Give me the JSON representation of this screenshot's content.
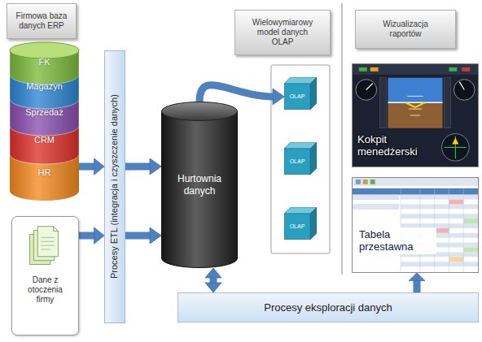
{
  "diagram": {
    "nodes": [
      {
        "text": [
          "Firmowa baza danych ERP"
        ]
      },
      {
        "text": [
          "FK"
        ]
      },
      {
        "text": [
          "Magazyn"
        ]
      },
      {
        "text": [
          "Sprzedaż"
        ]
      },
      {
        "text": [
          "CRM"
        ]
      },
      {
        "text": [
          "HR"
        ]
      },
      {
        "text": [
          "Dane z otoczenia firmy"
        ]
      },
      {
        "text": [
          "Procesy ETL (integracja i czyszczenie danych)"
        ]
      },
      {
        "text": [
          "Hurtownia danych"
        ]
      },
      {
        "text": [
          "Wielowymiarowy model danych OLAP"
        ]
      },
      {
        "text": [
          "OLAP"
        ]
      },
      {
        "text": [
          "OLAP"
        ]
      },
      {
        "text": [
          "OLAP"
        ]
      },
      {
        "text": [
          "Wizualizacja raportów"
        ]
      },
      {
        "text": [
          "Kokpit menedżerski"
        ]
      },
      {
        "text": [
          "Tabela przestawna"
        ]
      },
      {
        "text": [
          "Procesy eksploracji danych"
        ]
      }
    ],
    "edges": [
      {
        "from": 5,
        "to": 7,
        "arrow": "to"
      },
      {
        "from": 6,
        "to": 7,
        "arrow": "to"
      },
      {
        "from": 7,
        "to": 8,
        "arrow": "to"
      },
      {
        "from": 7,
        "to": 8,
        "arrow": "to"
      },
      {
        "from": 8,
        "to": 10,
        "arrow": "to"
      },
      {
        "from": 8,
        "to": 16,
        "arrow": "both"
      },
      {
        "from": 16,
        "to": 15,
        "arrow": "to"
      }
    ]
  }
}
